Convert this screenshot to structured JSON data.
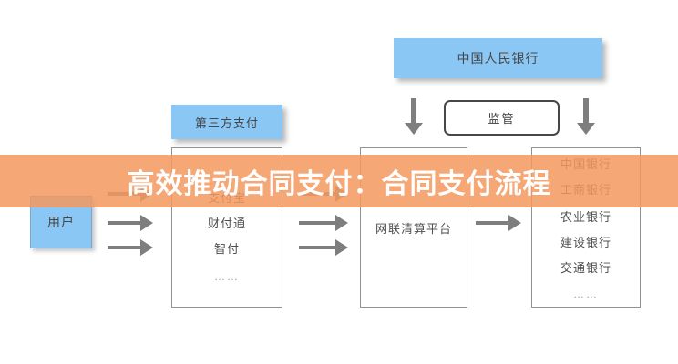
{
  "banner": {
    "title": "高效推动合同支付：合同支付流程",
    "background_color": "#F3985E",
    "overlay_opacity": 0.85,
    "text_color": "#FFFFFF"
  },
  "diagram": {
    "central_bank": {
      "label": "中国人民银行"
    },
    "supervision": {
      "label": "监管"
    },
    "user": {
      "label": "用户"
    },
    "third_party": {
      "title": "第三方支付",
      "items": [
        "支付宝",
        "财付通",
        "智付",
        "……"
      ]
    },
    "clearing_platform": {
      "label": "网联清算平台"
    },
    "banks": {
      "items": [
        "中国银行",
        "工商银行",
        "农业银行",
        "建设银行",
        "交通银行",
        "……"
      ]
    }
  },
  "colors": {
    "node_blue": "#8BC7F4",
    "box_border": "#919191",
    "arrow_gray": "#7E7E7E",
    "supervision_border": "#474747",
    "text_dark": "#4D4D4D"
  },
  "icons": {
    "arrow_right": "→",
    "arrow_down": "↓"
  }
}
